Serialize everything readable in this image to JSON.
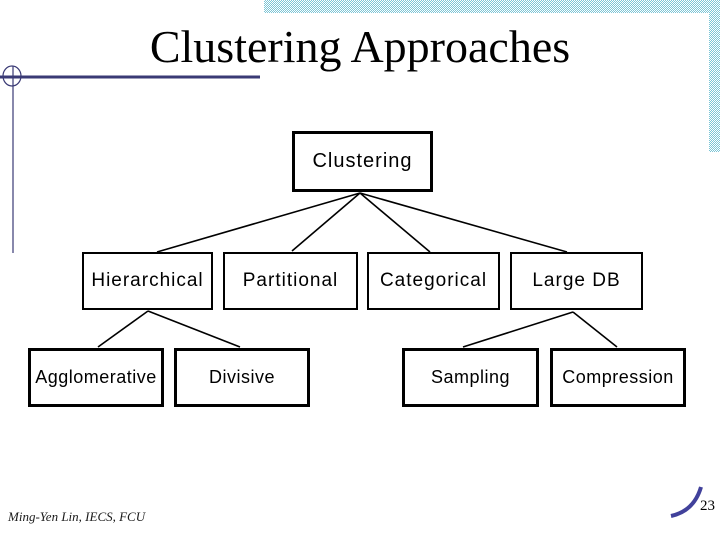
{
  "slide": {
    "title": "Clustering Approaches",
    "footer_text": "Ming-Yen Lin, IECS, FCU",
    "page_number": "23"
  },
  "tree": {
    "root": "Clustering",
    "children": [
      {
        "label": "Hierarchical",
        "children": [
          "Agglomerative",
          "Divisive"
        ]
      },
      {
        "label": "Partitional",
        "children": []
      },
      {
        "label": "Categorical",
        "children": []
      },
      {
        "label": "Large DB",
        "children": [
          "Sampling",
          "Compression"
        ]
      }
    ]
  },
  "colors": {
    "accent_navy": "#3a3a75",
    "band_teal": "#7cc5d6",
    "swoosh_blue": "#41419b",
    "box_border": "#000000",
    "connector_black": "#000000"
  }
}
